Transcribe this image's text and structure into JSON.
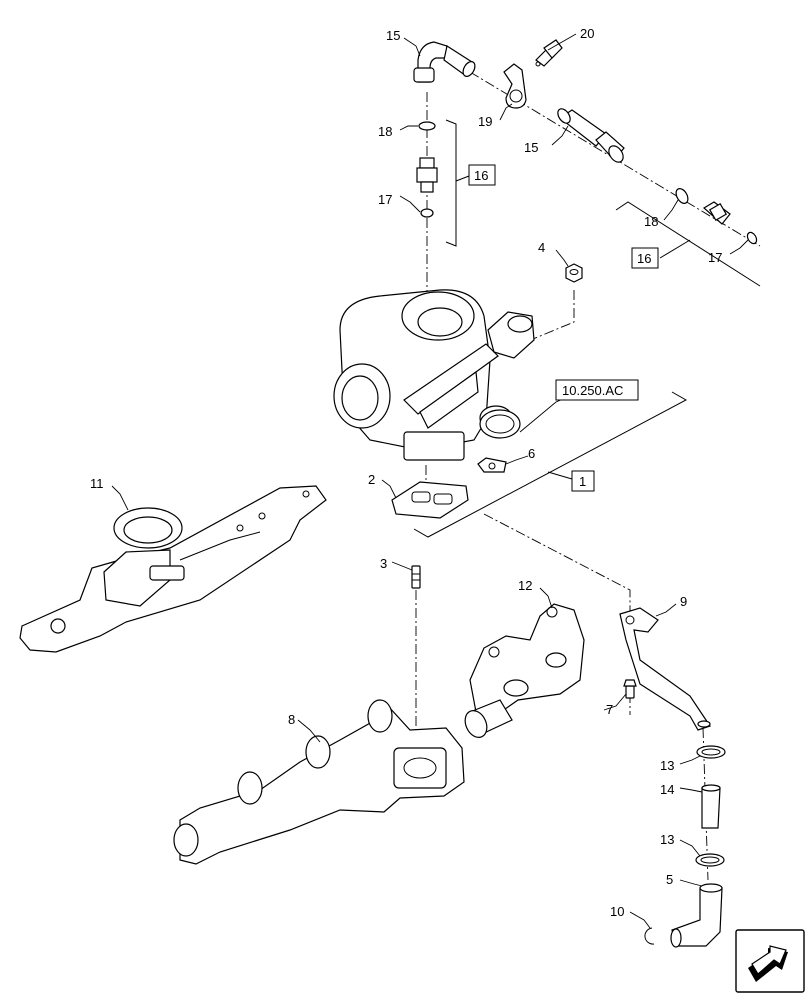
{
  "callouts": {
    "c15a": "15",
    "c20": "20",
    "c19": "19",
    "c15b": "15",
    "c18a": "18",
    "c17a": "17",
    "c16a": "16",
    "c18b": "18",
    "c17b": "17",
    "c16b": "16",
    "c4": "4",
    "c10250": "10.250.AC",
    "c6": "6",
    "c2": "2",
    "c1": "1",
    "c11": "11",
    "c3": "3",
    "c12": "12",
    "c9": "9",
    "c7": "7",
    "c8": "8",
    "c13a": "13",
    "c14": "14",
    "c13b": "13",
    "c5": "5",
    "c10": "10"
  },
  "navigation": {
    "next_icon": "arrow-icon"
  }
}
